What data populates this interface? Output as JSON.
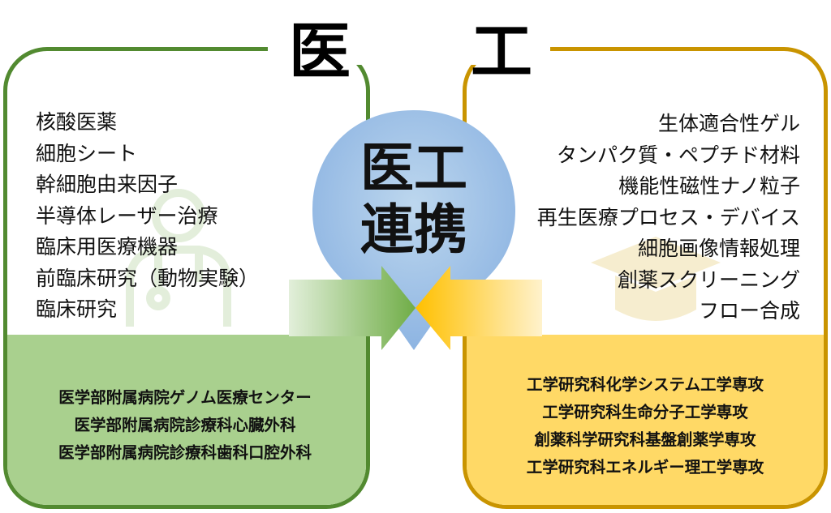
{
  "title_left": "医",
  "title_right": "工",
  "center": {
    "line1": "医工",
    "line2": "連携"
  },
  "medical_items": [
    "核酸医薬",
    "細胞シート",
    "幹細胞由来因子",
    "半導体レーザー治療",
    "臨床用医療機器",
    "前臨床研究（動物実験）",
    "臨床研究"
  ],
  "engineering_items": [
    "生体適合性ゲル",
    "タンパク質・ペプチド材料",
    "機能性磁性ナノ粒子",
    "再生医療プロセス・デバイス",
    "細胞画像情報処理",
    "創薬スクリーニング",
    "フロー合成"
  ],
  "medical_depts": [
    "医学部附属病院ゲノム医療センター",
    "医学部附属病院診療科心臓外科",
    "医学部附属病院診療科歯科口腔外科"
  ],
  "engineering_depts": [
    "工学研究科化学システム工学専攻",
    "工学研究科生命分子工学専攻",
    "創薬科学研究科基盤創薬学専攻",
    "工学研究科エネルギー理工学専攻"
  ],
  "colors": {
    "medical_border": "#528a30",
    "medical_fill": "#a9d08e",
    "engineering_border": "#c99400",
    "engineering_fill": "#ffd966",
    "center_circle": "#9dc3e6"
  },
  "icons": {
    "left_watermark": "doctor-icon",
    "right_watermark": "graduation-cap-icon"
  }
}
